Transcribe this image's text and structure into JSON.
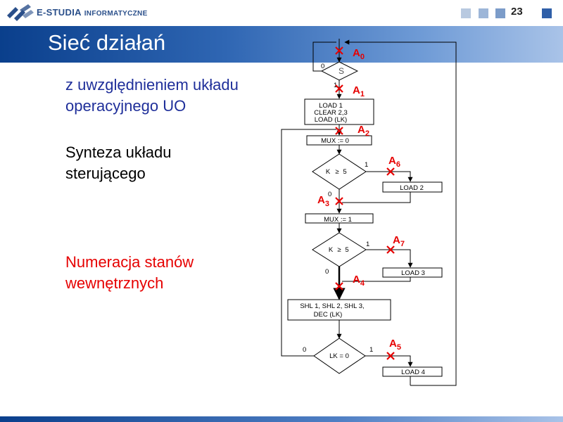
{
  "header": {
    "logo_text_main": "E-STUDIA",
    "logo_text_sub": "INFORMATYCZNE",
    "page_number": "23",
    "colors": {
      "title_bar": "#1f56a6",
      "accent_red": "#e60000",
      "text_blue": "#1f2f9a"
    }
  },
  "slide": {
    "title": "Sieć działań",
    "text1_line1": "z uwzględnieniem układu",
    "text1_line2": "operacyjnego UO",
    "text2_line1": "Synteza układu",
    "text2_line2": "sterującego",
    "text3_line1": "Numeracja stanów",
    "text3_line2": "wewnętrznych"
  },
  "flowchart": {
    "decision_s": "S",
    "label_0": "0",
    "label_1": "1",
    "box1_line1": "LOAD 1",
    "box1_line2": "CLEAR 2,3",
    "box1_line3": "LOAD (LK)",
    "mux0": "MUX := 0",
    "decision_k1": "K",
    "decision_k2": "K",
    "cmp_op": "≥",
    "cmp_val": "5",
    "load2": "LOAD 2",
    "mux1": "MUX := 1",
    "load3": "LOAD 3",
    "shl_line1": "SHL 1, SHL 2, SHL 3,",
    "shl_line2": "DEC (LK)",
    "decision_lk": "LK = 0",
    "load4": "LOAD 4",
    "states": {
      "a0": "A",
      "a0_sub": "0",
      "a1": "A",
      "a1_sub": "1",
      "a2": "A",
      "a2_sub": "2",
      "a3": "A",
      "a3_sub": "3",
      "a4": "A",
      "a4_sub": "4",
      "a5": "A",
      "a5_sub": "5",
      "a6": "A",
      "a6_sub": "6",
      "a7": "A",
      "a7_sub": "7"
    }
  }
}
